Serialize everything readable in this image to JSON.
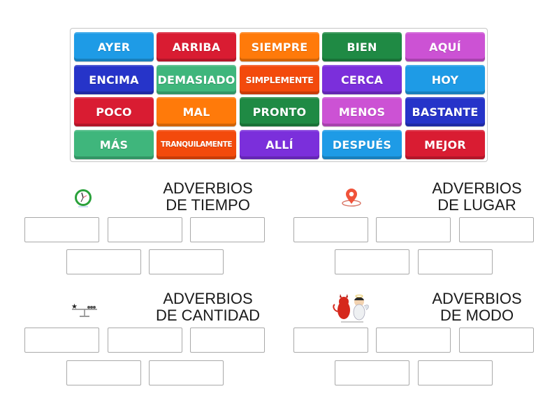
{
  "word_bank": {
    "tiles": [
      {
        "label": "AYER",
        "color": "#1e9be6"
      },
      {
        "label": "ARRIBA",
        "color": "#d91c32"
      },
      {
        "label": "SIEMPRE",
        "color": "#ff7a0a"
      },
      {
        "label": "BIEN",
        "color": "#1f8a44"
      },
      {
        "label": "AQUÍ",
        "color": "#cc52d4"
      },
      {
        "label": "ENCIMA",
        "color": "#2634c9"
      },
      {
        "label": "DEMASIADO",
        "color": "#3fb67c"
      },
      {
        "label": "SIMPLEMENTE",
        "color": "#f34a0c"
      },
      {
        "label": "CERCA",
        "color": "#7b2fdb"
      },
      {
        "label": "HOY",
        "color": "#1e9be6"
      },
      {
        "label": "POCO",
        "color": "#d91c32"
      },
      {
        "label": "MAL",
        "color": "#ff7a0a"
      },
      {
        "label": "PRONTO",
        "color": "#1f8a44"
      },
      {
        "label": "MENOS",
        "color": "#cc52d4"
      },
      {
        "label": "BASTANTE",
        "color": "#2634c9"
      },
      {
        "label": "MÁS",
        "color": "#3fb67c"
      },
      {
        "label": "TRANQUILAMENTE",
        "color": "#f34a0c"
      },
      {
        "label": "ALLÍ",
        "color": "#7b2fdb"
      },
      {
        "label": "DESPUÉS",
        "color": "#1e9be6"
      },
      {
        "label": "MEJOR",
        "color": "#d91c32"
      }
    ]
  },
  "categories": [
    {
      "line1": "ADVERBIOS",
      "line2": "DE TIEMPO",
      "icon": "clock-icon"
    },
    {
      "line1": "ADVERBIOS",
      "line2": "DE LUGAR",
      "icon": "location-pin-icon"
    },
    {
      "line1": "ADVERBIOS",
      "line2": "DE CANTIDAD",
      "icon": "balance-scale-icon"
    },
    {
      "line1": "ADVERBIOS",
      "line2": "DE MODO",
      "icon": "devil-angel-icon"
    }
  ]
}
